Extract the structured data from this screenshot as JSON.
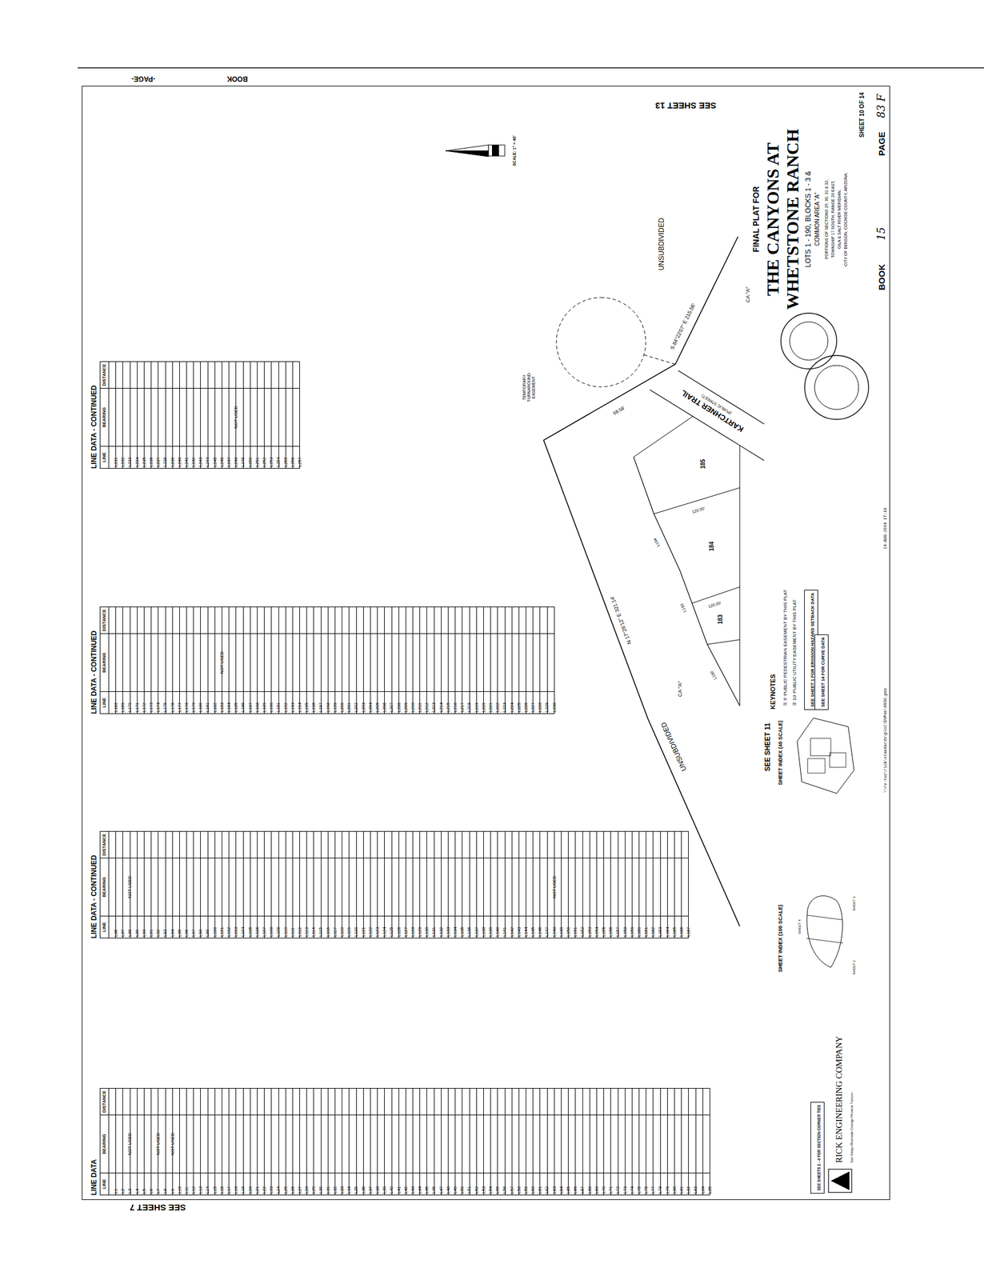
{
  "diagram": {
    "title": "THE CANYONS AT WHETSTONE RANCH",
    "nodes": [
      {
        "text": [
          "LINE DATA",
          "LINE",
          "BEARING",
          "DISTANCE",
          "L1",
          "L2",
          "L3",
          "NOT USED",
          "L4",
          "L5",
          "L6",
          "L7",
          "NOT USED",
          "L8",
          "L9",
          "NOT USED",
          "L10",
          "L11",
          "L12",
          "L13",
          "L14",
          "L15",
          "L16",
          "L17",
          "L18",
          "L19",
          "L20",
          "L21",
          "L22",
          "L23",
          "L24",
          "L25",
          "L26",
          "L27",
          "L28",
          "L29",
          "L30",
          "L31",
          "L32",
          "L33",
          "L34",
          "L35",
          "L36",
          "L37",
          "L38",
          "L39",
          "L40",
          "L41",
          "L42",
          "L43",
          "L44",
          "L45",
          "L46",
          "L47",
          "L48",
          "L49",
          "L50",
          "L51",
          "L52",
          "L53",
          "L54",
          "L55",
          "L56",
          "L57",
          "L58",
          "L59",
          "L60",
          "L61",
          "L62",
          "L63",
          "L64",
          "L65",
          "L66",
          "L67",
          "L68",
          "L69",
          "L70",
          "L71",
          "L72",
          "L73",
          "L74",
          "L75",
          "L76",
          "L77",
          "L78",
          "L79",
          "L80",
          "L81",
          "L82",
          "L83",
          "L84",
          "L85"
        ]
      },
      {
        "text": [
          "LINE DATA - CONTINUED",
          "LINE",
          "BEARING",
          "DISTANCE",
          "L86",
          "L87",
          "L88",
          "NOT USED",
          "L89",
          "L90",
          "L91",
          "L92",
          "L93",
          "L94",
          "L95",
          "L96",
          "L97",
          "L98",
          "L99",
          "L100",
          "L101",
          "L102",
          "L103",
          "L104",
          "L105",
          "L106",
          "L107",
          "L108",
          "L109",
          "L110",
          "L111",
          "L112",
          "L113",
          "L114",
          "L115",
          "L116",
          "L117",
          "L118",
          "L119",
          "L120",
          "L121",
          "L122",
          "L123",
          "L124",
          "L125",
          "L126",
          "L127",
          "L128",
          "L129",
          "L130",
          "L131",
          "L132",
          "L133",
          "L134",
          "L135",
          "L136",
          "L137",
          "L138",
          "L139",
          "L140",
          "L141",
          "L142",
          "L143",
          "L144",
          "L145",
          "L146",
          "L147",
          "L148",
          "NOT USED",
          "L149",
          "L150",
          "L151",
          "L152",
          "L153",
          "L154",
          "L155",
          "L156",
          "L157",
          "L158",
          "L159",
          "L160",
          "L161",
          "L162",
          "L163",
          "L164",
          "L165",
          "L166",
          "L167"
        ]
      },
      {
        "text": [
          "LINE DATA - CONTINUED",
          "LINE",
          "BEARING",
          "DISTANCE",
          "L168",
          "L169",
          "L170",
          "L171",
          "L172",
          "L173",
          "L174",
          "L175",
          "L176",
          "L177",
          "L178",
          "L179",
          "L180",
          "L181",
          "L182",
          "L183",
          "NOT USED",
          "L184",
          "L185",
          "L186",
          "L187",
          "L188",
          "L189",
          "L190",
          "L191",
          "L192",
          "L193",
          "L194",
          "L195",
          "L196",
          "L197",
          "L198",
          "L199",
          "L200",
          "L201",
          "L202",
          "L203",
          "L204",
          "L205",
          "L206",
          "L207",
          "L208",
          "L209",
          "L210",
          "L211",
          "L212",
          "L213",
          "L214",
          "L215",
          "L216",
          "L217",
          "L218",
          "L219",
          "L220",
          "L221",
          "L222",
          "L223",
          "L224",
          "L225",
          "L226",
          "L227",
          "L228",
          "L229",
          "L230"
        ]
      },
      {
        "text": [
          "LINE DATA - CONTINUED",
          "LINE",
          "BEARING",
          "DISTANCE",
          "L231",
          "L232",
          "L233",
          "L234",
          "L235",
          "L236",
          "L237",
          "L238",
          "L239",
          "L240",
          "L241",
          "L242",
          "L243",
          "L244",
          "L245",
          "L246",
          "L247",
          "L248",
          "NOT USED",
          "L249",
          "L250",
          "L251",
          "L252",
          "L253",
          "L254",
          "L255",
          "L256",
          "L257"
        ]
      },
      {
        "text": [
          "SEE SHEET 1 FOR EROSION HAZARD SETBACK DATA"
        ]
      },
      {
        "text": [
          "SEE SHEET 14 FOR CURVE DATA"
        ]
      },
      {
        "text": [
          "SEE SHEETS 2 - 4 FOR SECTION CORNER TIES"
        ]
      }
    ],
    "labels": [
      "SEE SHEET 13",
      "SEE SHEET 7",
      "-PAGE-",
      "BOOK",
      "FINAL PLAT FOR",
      "THE CANYONS AT",
      "WHETSTONE RANCH",
      "LOTS 1 - 190, BLOCKS 1 - 3 &",
      "COMMON AREA \"A\"",
      "PORTIONS OF SECTIONS 29, 30, 31 & 32,",
      "TOWNSHIP 17 SOUTH, RANGE 20 EAST,",
      "GILA & SALT RIVER MERIDIAN,",
      "CITY OF BENSON, COCHISE COUNTY, ARIZONA.",
      "SHEET 10 OF 14",
      "BOOK",
      "15",
      "PAGE",
      "83 F",
      "SCALE: 1\" = 40'",
      "UNSUBDIVIDED",
      "UNSUBDIVIDED",
      "S 84°22'07\" E 215.56'",
      "N 17°26'12\" E 321.14'",
      "68.58'",
      "TEMPORARY TURNAROUND EASEMENT",
      "KARTCHNER TRAIL",
      "(PUBLIC STREET)",
      "CA \"A\"",
      "CA \"A\"",
      "183",
      "184",
      "185",
      "L192",
      "L193",
      "L194",
      "120.00'",
      "120.00'",
      "KEYNOTES",
      "① 5' PUBLIC PEDESTRIAN EASEMENT BY THIS PLAT",
      "② 10' PUBLIC UTILITY EASEMENT BY THIS PLAT",
      "SEE SHEET 11",
      "SHEET INDEX (40 SCALE)",
      "SHEET INDEX (100 SCALE)",
      "SHEET 2",
      "SHEET 3",
      "SHEET 4",
      "RICK ENGINEERING COMPANY",
      "San Diego Riverside Orange Phoenix Tucson",
      "\\\\rv-tuc\\rick\\standards\\plot\\DVPen\\8830.pen",
      "24-AUG-2004 17:19"
    ]
  }
}
